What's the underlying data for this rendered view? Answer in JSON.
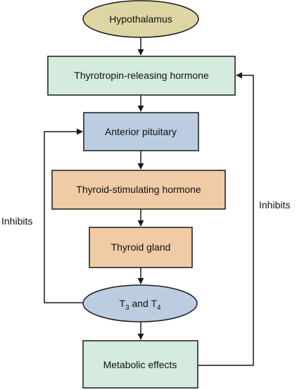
{
  "nodes": {
    "hypothalamus": "Hypothalamus",
    "trh": "Thyrotropin-releasing hormone",
    "anterior_pituitary": "Anterior pituitary",
    "tsh": "Thyroid-stimulating hormone",
    "thyroid_gland": "Thyroid gland",
    "t3t4": {
      "t": "T",
      "sub3": "3",
      "and": " and T",
      "sub4": "4"
    },
    "metabolic_effects": "Metabolic effects"
  },
  "labels": {
    "inhibits_left": "Inhibits",
    "inhibits_right": "Inhibits"
  },
  "colors": {
    "ellipse_fill": "#ddd6a4",
    "green_fill": "#d5ebdd",
    "blue_fill": "#bccde2",
    "orange_fill": "#f0cba6",
    "stroke": "#1a1a1a"
  }
}
